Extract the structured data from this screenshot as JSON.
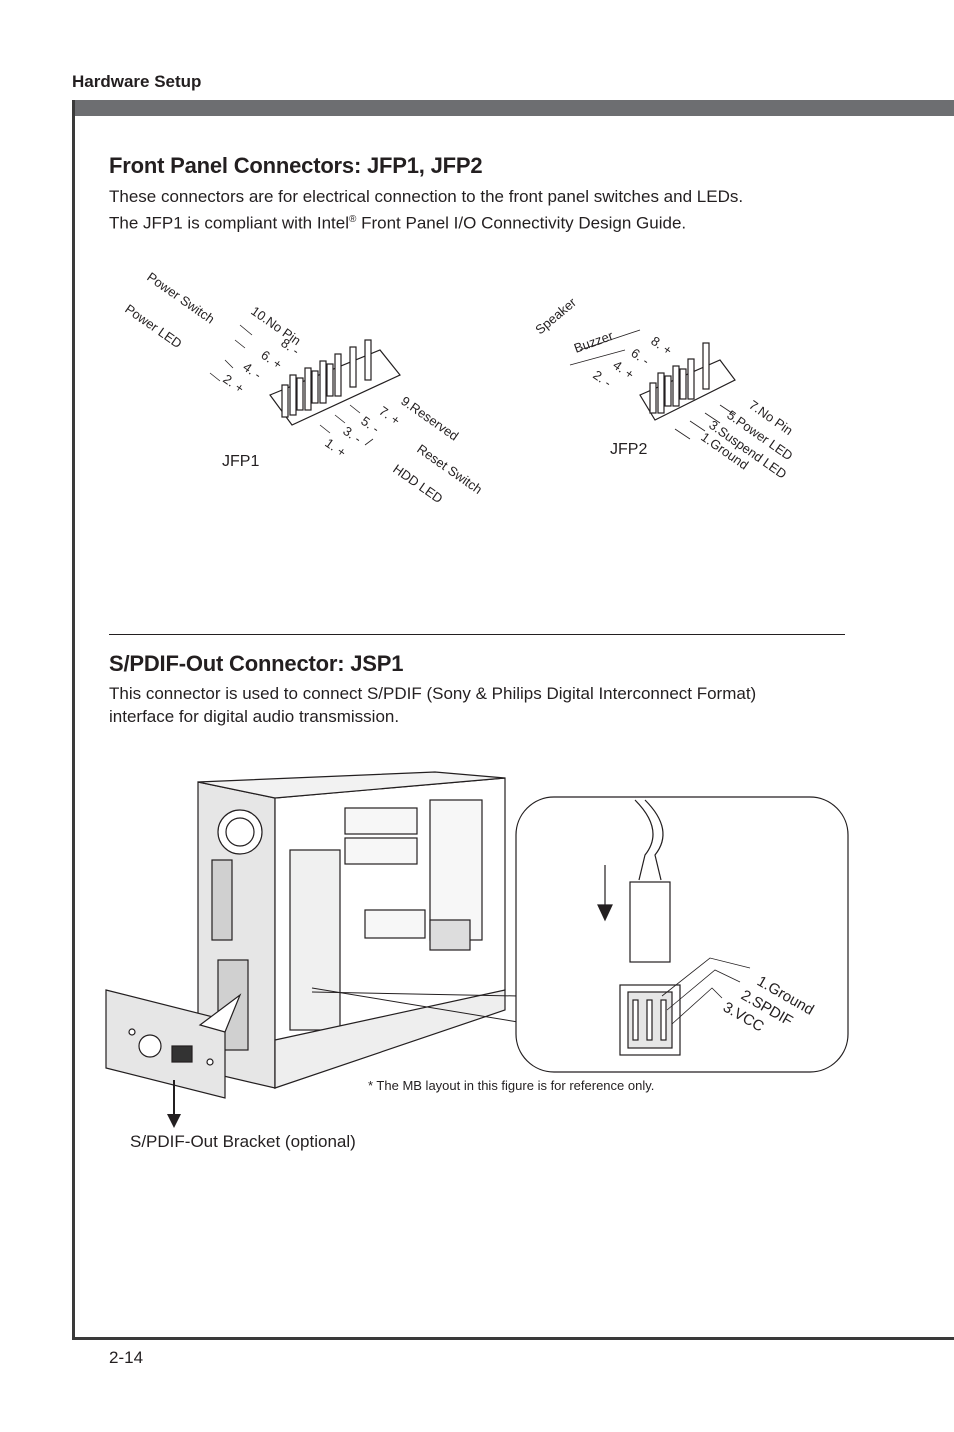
{
  "header": {
    "section": "Hardware Setup"
  },
  "front_panel": {
    "title": "Front Panel Connectors: JFP1, JFP2",
    "body_line1": "These connectors are for electrical connection to the front panel switches and LEDs.",
    "body_line2_pre": "The JFP1 is compliant with Intel",
    "body_line2_sup": "®",
    "body_line2_post": " Front Panel I/O Connectivity Design Guide.",
    "jfp1": {
      "label": "JFP1",
      "group_left_1": "Power Switch",
      "group_left_2": "Power LED",
      "pin10": "10.No Pin",
      "pin8": "8. -",
      "pin6": "6. +",
      "pin4": "4. -",
      "pin2": "2. +",
      "pin9": "9.Reserved",
      "pin7": "7. +",
      "pin5": "5. -",
      "pin3": "3. -",
      "pin1": "1. +",
      "group_right_1": "Reset Switch",
      "group_right_2": "HDD LED"
    },
    "jfp2": {
      "label": "JFP2",
      "group_left_1": "Speaker",
      "group_left_2": "Buzzer",
      "pin8": "8. +",
      "pin6": "6. -",
      "pin4": "4. +",
      "pin2": "2. -",
      "pin7": "7.No Pin",
      "pin5": "5.Power LED",
      "pin3": "3.Suspend LED",
      "pin1": "1.Ground"
    }
  },
  "spdif": {
    "title": "S/PDIF-Out Connector: JSP1",
    "body_line1": "This connector is used to connect S/PDIF (Sony & Philips Digital Interconnect Format)",
    "body_line2": "interface for digital audio transmission.",
    "pins": [
      "1.Ground",
      "2.SPDIF",
      "3.VCC"
    ],
    "note": "* The MB layout in this figure is for reference only.",
    "bracket_label": "S/PDIF-Out Bracket (optional)"
  },
  "footer": {
    "page_number": "2-14"
  }
}
